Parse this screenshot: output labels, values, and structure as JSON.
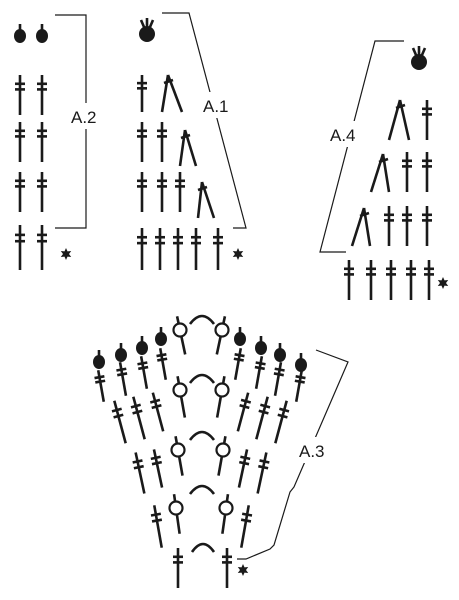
{
  "charts": {
    "a2": {
      "label": "A.2"
    },
    "a1": {
      "label": "A.1"
    },
    "a4": {
      "label": "A.4"
    },
    "a3": {
      "label": "A.3"
    }
  },
  "symbols": [
    "treble-crochet",
    "chain-stitch",
    "star-marker",
    "dc-cluster",
    "chain-loop",
    "chain-space-arc"
  ]
}
